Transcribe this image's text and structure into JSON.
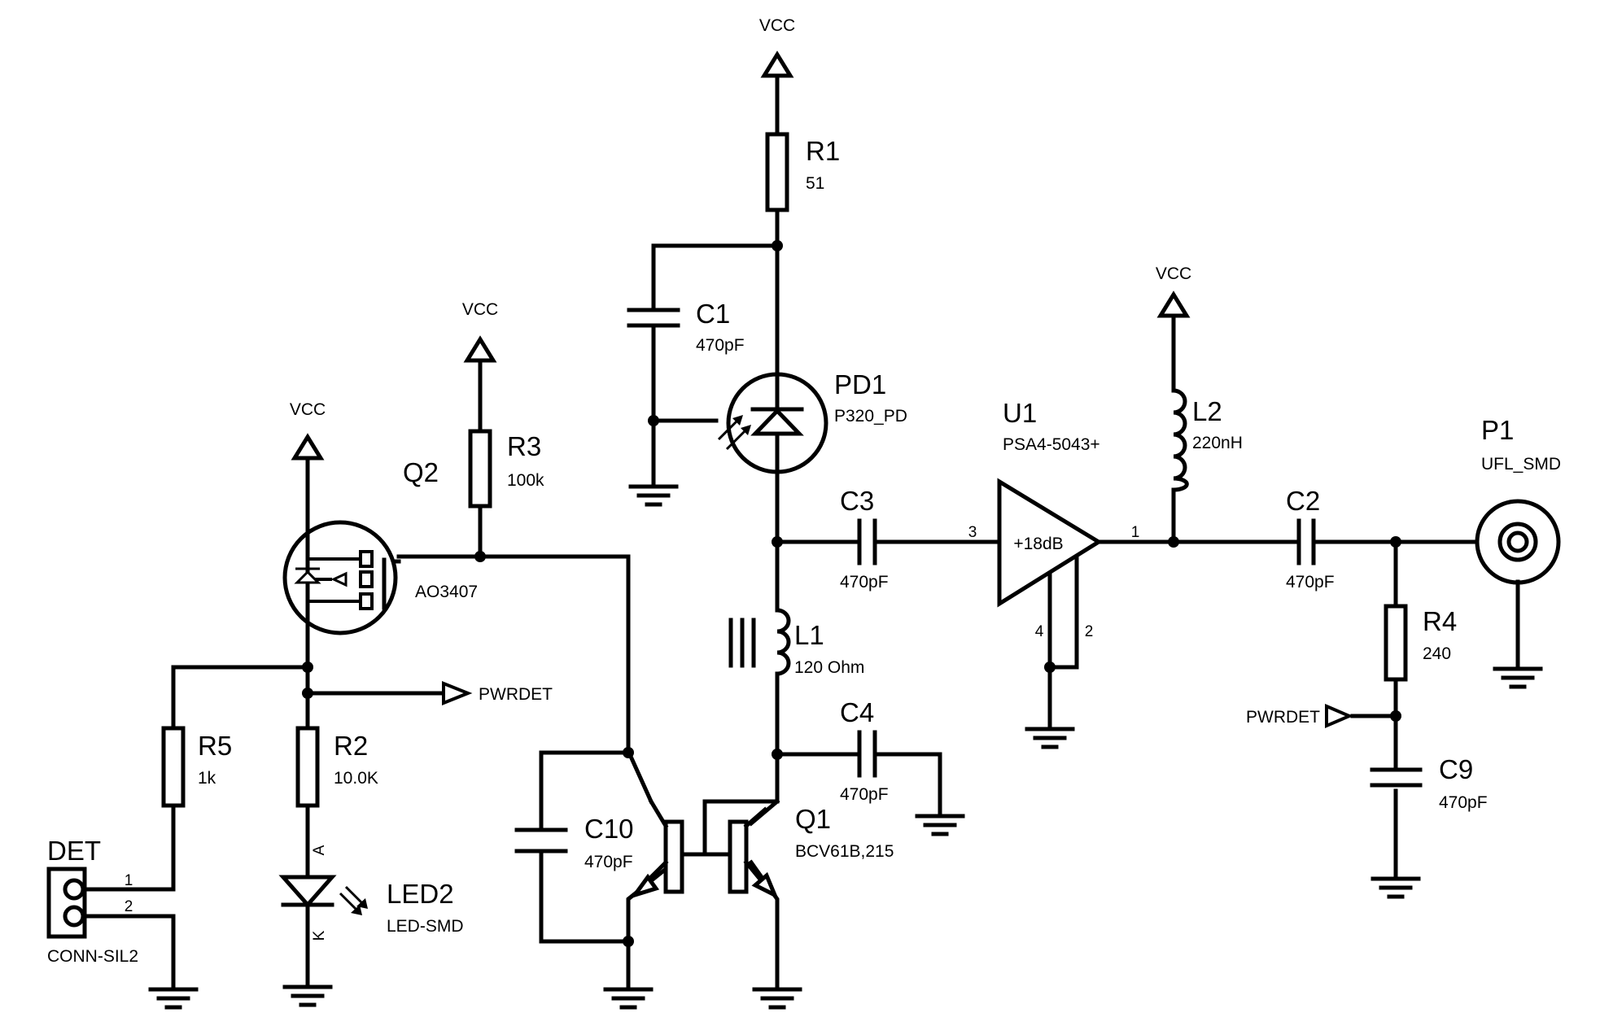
{
  "power": {
    "vcc": "VCC"
  },
  "nets": {
    "pwrdet": "PWRDET"
  },
  "components": {
    "R1": {
      "ref": "R1",
      "value": "51"
    },
    "C1": {
      "ref": "C1",
      "value": "470pF"
    },
    "PD1": {
      "ref": "PD1",
      "value": "P320_PD"
    },
    "R3": {
      "ref": "R3",
      "value": "100k"
    },
    "Q2": {
      "ref": "Q2",
      "value": "AO3407"
    },
    "C3": {
      "ref": "C3",
      "value": "470pF"
    },
    "L1": {
      "ref": "L1",
      "value": "120 Ohm"
    },
    "C4": {
      "ref": "C4",
      "value": "470pF"
    },
    "U1": {
      "ref": "U1",
      "value": "PSA4-5043+",
      "gain": "+18dB",
      "pins": [
        "3",
        "1",
        "4",
        "2"
      ]
    },
    "L2": {
      "ref": "L2",
      "value": "220nH"
    },
    "C2": {
      "ref": "C2",
      "value": "470pF"
    },
    "P1": {
      "ref": "P1",
      "value": "UFL_SMD"
    },
    "R4": {
      "ref": "R4",
      "value": "240"
    },
    "C9": {
      "ref": "C9",
      "value": "470pF"
    },
    "R5": {
      "ref": "R5",
      "value": "1k"
    },
    "R2": {
      "ref": "R2",
      "value": "10.0K"
    },
    "C10": {
      "ref": "C10",
      "value": "470pF"
    },
    "Q1": {
      "ref": "Q1",
      "value": "BCV61B,215"
    },
    "LED2": {
      "ref": "LED2",
      "value": "LED-SMD",
      "anode": "A",
      "cathode": "K"
    },
    "DET": {
      "ref": "DET",
      "value": "CONN-SIL2",
      "pins": [
        "1",
        "2"
      ]
    }
  }
}
